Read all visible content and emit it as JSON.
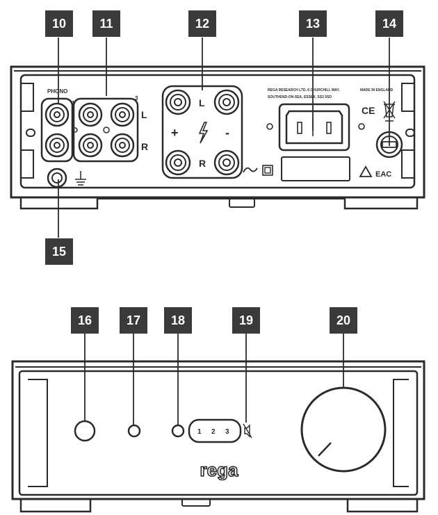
{
  "callouts": {
    "c10": "10",
    "c11": "11",
    "c12": "12",
    "c13": "13",
    "c14": "14",
    "c15": "15",
    "c16": "16",
    "c17": "17",
    "c18": "18",
    "c19": "19",
    "c20": "20"
  },
  "rear_panel": {
    "phono_label": "PHONO",
    "input_1": "1",
    "input_3": "3",
    "left_channel": "L",
    "right_channel": "R",
    "speaker_left": "L",
    "speaker_right": "R",
    "plus_sign": "+",
    "minus_sign": "-",
    "address_line_1": "REGA RESEARCH LTD, 6 CHURCHILL WAY,",
    "address_line_2": "SOUTHEND-ON-SEA, ESSEX, SS2 5SD",
    "made_in": "MADE IN ENGLAND",
    "ce_mark": "CE",
    "eac_mark": "EAC"
  },
  "front_panel": {
    "input_1": "1",
    "input_2": "2",
    "input_3": "3",
    "brand_logo": "rega"
  },
  "colors": {
    "callout": "#3a3a3a",
    "stroke": "#2a2a2a",
    "background": "#ffffff"
  },
  "icons": [
    "ground-icon",
    "lightning-icon",
    "ac-wave-icon",
    "double-insulated-icon",
    "weee-bin-icon",
    "fuse-icon",
    "recycle-triangle-icon",
    "mute-icon"
  ]
}
